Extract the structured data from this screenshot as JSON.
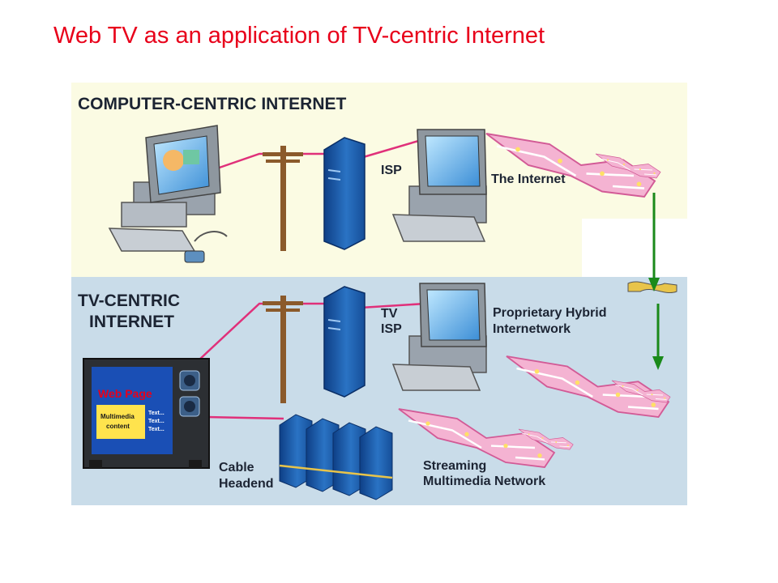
{
  "title": "Web TV as an application of TV-centric Internet",
  "top_panel": {
    "heading": "COMPUTER-CENTRIC INTERNET",
    "isp": "ISP",
    "internet": "The Internet"
  },
  "bottom_panel": {
    "heading_line1": "TV-CENTRIC",
    "heading_line2": "INTERNET",
    "tv_isp_line1": "TV",
    "tv_isp_line2": "ISP",
    "hybrid_line1": "Proprietary Hybrid",
    "hybrid_line2": "Internetwork",
    "cable_line1": "Cable",
    "cable_line2": "Headend",
    "streaming_line1": "Streaming",
    "streaming_line2": "Multimedia Network",
    "tv_screen_title": "Web Page",
    "tv_content_line1": "Multimedia",
    "tv_content_line2": "content",
    "tv_text1": "Text...",
    "tv_text2": "Text...",
    "tv_text3": "Text..."
  },
  "colors": {
    "title": "#e8001a",
    "top_bg": "#fbfbe3",
    "bottom_bg": "#c9dce9",
    "cable": "#e0307a",
    "network": "#f0a0c8",
    "arrow": "#1a8a1a",
    "server": "#1f5da8"
  }
}
